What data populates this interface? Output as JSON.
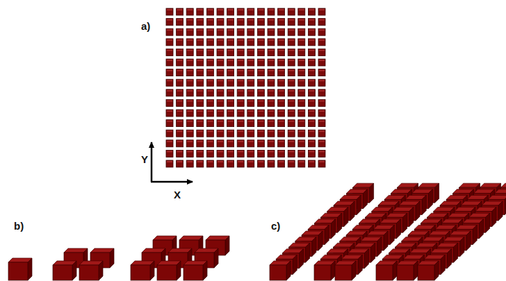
{
  "diagram": {
    "labels": [
      "a)",
      "Y",
      "X",
      "b)",
      "c)"
    ]
  }
}
